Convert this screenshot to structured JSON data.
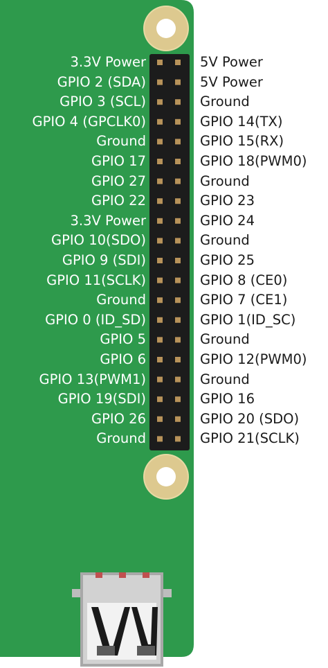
{
  "header": {
    "left_pins": [
      "3.3V Power",
      "GPIO 2 (SDA)",
      "GPIO 3 (SCL)",
      "GPIO 4 (GPCLK0)",
      "Ground",
      "GPIO  17",
      "GPIO 27",
      "GPIO 22",
      "3.3V Power",
      "GPIO 10(SDO)",
      "GPIO 9 (SDI)",
      "GPIO 11(SCLK)",
      "Ground",
      "GPIO 0 (ID_SD)",
      "GPIO 5",
      "GPIO 6",
      "GPIO 13(PWM1)",
      "GPIO 19(SDI)",
      "GPIO 26",
      "Ground"
    ],
    "right_pins": [
      "5V Power",
      "5V Power",
      "Ground",
      "GPIO 14(TX)",
      "GPIO 15(RX)",
      "GPIO 18(PWM0)",
      "Ground",
      "GPIO 23",
      "GPIO 24",
      "Ground",
      "GPIO 25",
      "GPIO 8 (CE0)",
      "GPIO 7 (CE1)",
      "GPIO 1(ID_SC)",
      "Ground",
      "GPIO 12(PWM0)",
      "Ground",
      "GPIO  16",
      "GPIO 20 (SDO)",
      "GPIO 21(SCLK)"
    ]
  },
  "colors": {
    "board": "#2e9a4c",
    "header": "#1c1c1c",
    "pin": "#b8935a",
    "hole_ring": "#e8d9a4",
    "usb_metal": "#cfcfcf"
  }
}
